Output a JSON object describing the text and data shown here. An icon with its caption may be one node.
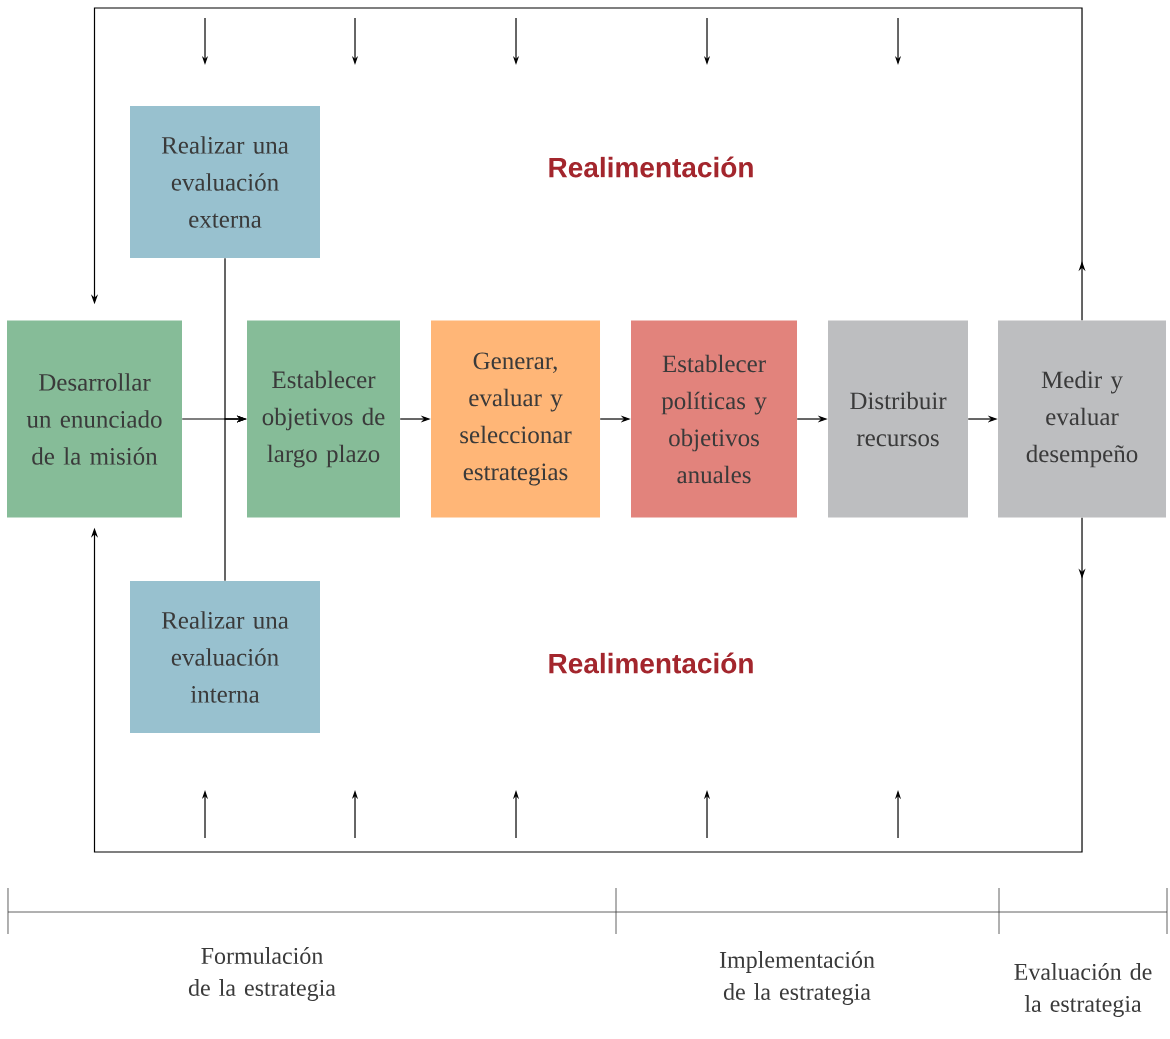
{
  "diagram": {
    "nodes": [
      {
        "text": [
          "Desarrollar un enunciado de la misión"
        ]
      },
      {
        "text": [
          "Realizar una evaluación externa"
        ]
      },
      {
        "text": [
          "Realizar una evaluación interna"
        ]
      },
      {
        "text": [
          "Establecer objetivos de largo plazo"
        ]
      },
      {
        "text": [
          "Generar, evaluar y seleccionar estrategias"
        ]
      },
      {
        "text": [
          "Establecer políticas y objetivos anuales"
        ]
      },
      {
        "text": [
          "Distribuir recursos"
        ]
      },
      {
        "text": [
          "Medir y evaluar desempeño"
        ]
      }
    ],
    "edges": [
      {
        "from": 0,
        "to": 3,
        "arrow": "to"
      },
      {
        "from": 1,
        "to": 3,
        "arrow": "to"
      },
      {
        "from": 2,
        "to": 3,
        "arrow": "to"
      },
      {
        "from": 3,
        "to": 4,
        "arrow": "to"
      },
      {
        "from": 4,
        "to": 5,
        "arrow": "to"
      },
      {
        "from": 5,
        "to": 6,
        "arrow": "to"
      },
      {
        "from": 6,
        "to": 7,
        "arrow": "to"
      },
      {
        "from": 7,
        "to": 0,
        "arrow": "to"
      },
      {
        "from": 7,
        "to": 0,
        "arrow": "to"
      }
    ],
    "labels": [
      "Realimentación",
      "Realimentación",
      "Formulación de la estrategia",
      "Implementación de la estrategia",
      "Evaluación de la estrategia"
    ]
  }
}
